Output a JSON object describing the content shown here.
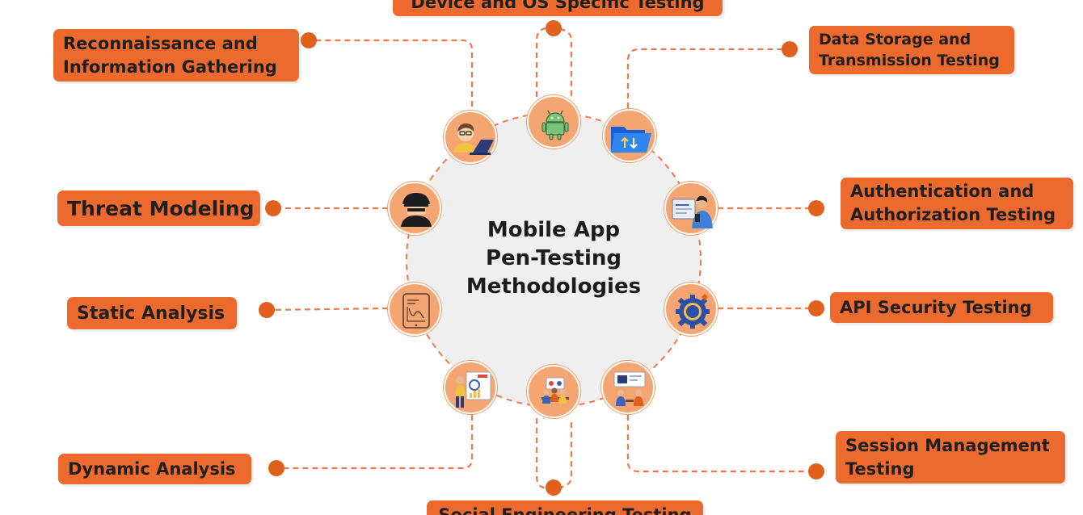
{
  "center": {
    "title_lines": [
      "Mobile App",
      "Pen-Testing",
      "Methodologies"
    ]
  },
  "nodes": [
    {
      "label_lines": [
        "Device and OS Specific Testing"
      ],
      "icon": "android-icon"
    },
    {
      "label_lines": [
        "Reconnaissance and",
        "Information Gathering"
      ],
      "icon": "hacker-laptop-icon"
    },
    {
      "label_lines": [
        "Data Storage and",
        "Transmission Testing"
      ],
      "icon": "folder-transfer-icon"
    },
    {
      "label_lines": [
        "Threat Modeling"
      ],
      "icon": "masked-hacker-icon"
    },
    {
      "label_lines": [
        "Authentication and",
        "Authorization Testing"
      ],
      "icon": "user-login-icon"
    },
    {
      "label_lines": [
        "Static Analysis"
      ],
      "icon": "tablet-chart-icon"
    },
    {
      "label_lines": [
        "API Security Testing"
      ],
      "icon": "api-gear-icon"
    },
    {
      "label_lines": [
        "Dynamic Analysis"
      ],
      "icon": "analytics-person-icon"
    },
    {
      "label_lines": [
        "Session Management",
        "Testing"
      ],
      "icon": "team-meeting-icon"
    },
    {
      "label_lines": [
        "Social Engineering Testing"
      ],
      "icon": "people-group-icon"
    }
  ],
  "extra_icons": [
    {
      "icon": "workspace-icon"
    }
  ],
  "colors": {
    "accent": "#ed6a2e",
    "accent_light": "#f5a571",
    "center_fill": "#f0f0f0",
    "dashed_line": "#f0784a",
    "text": "#1f1f1f"
  }
}
